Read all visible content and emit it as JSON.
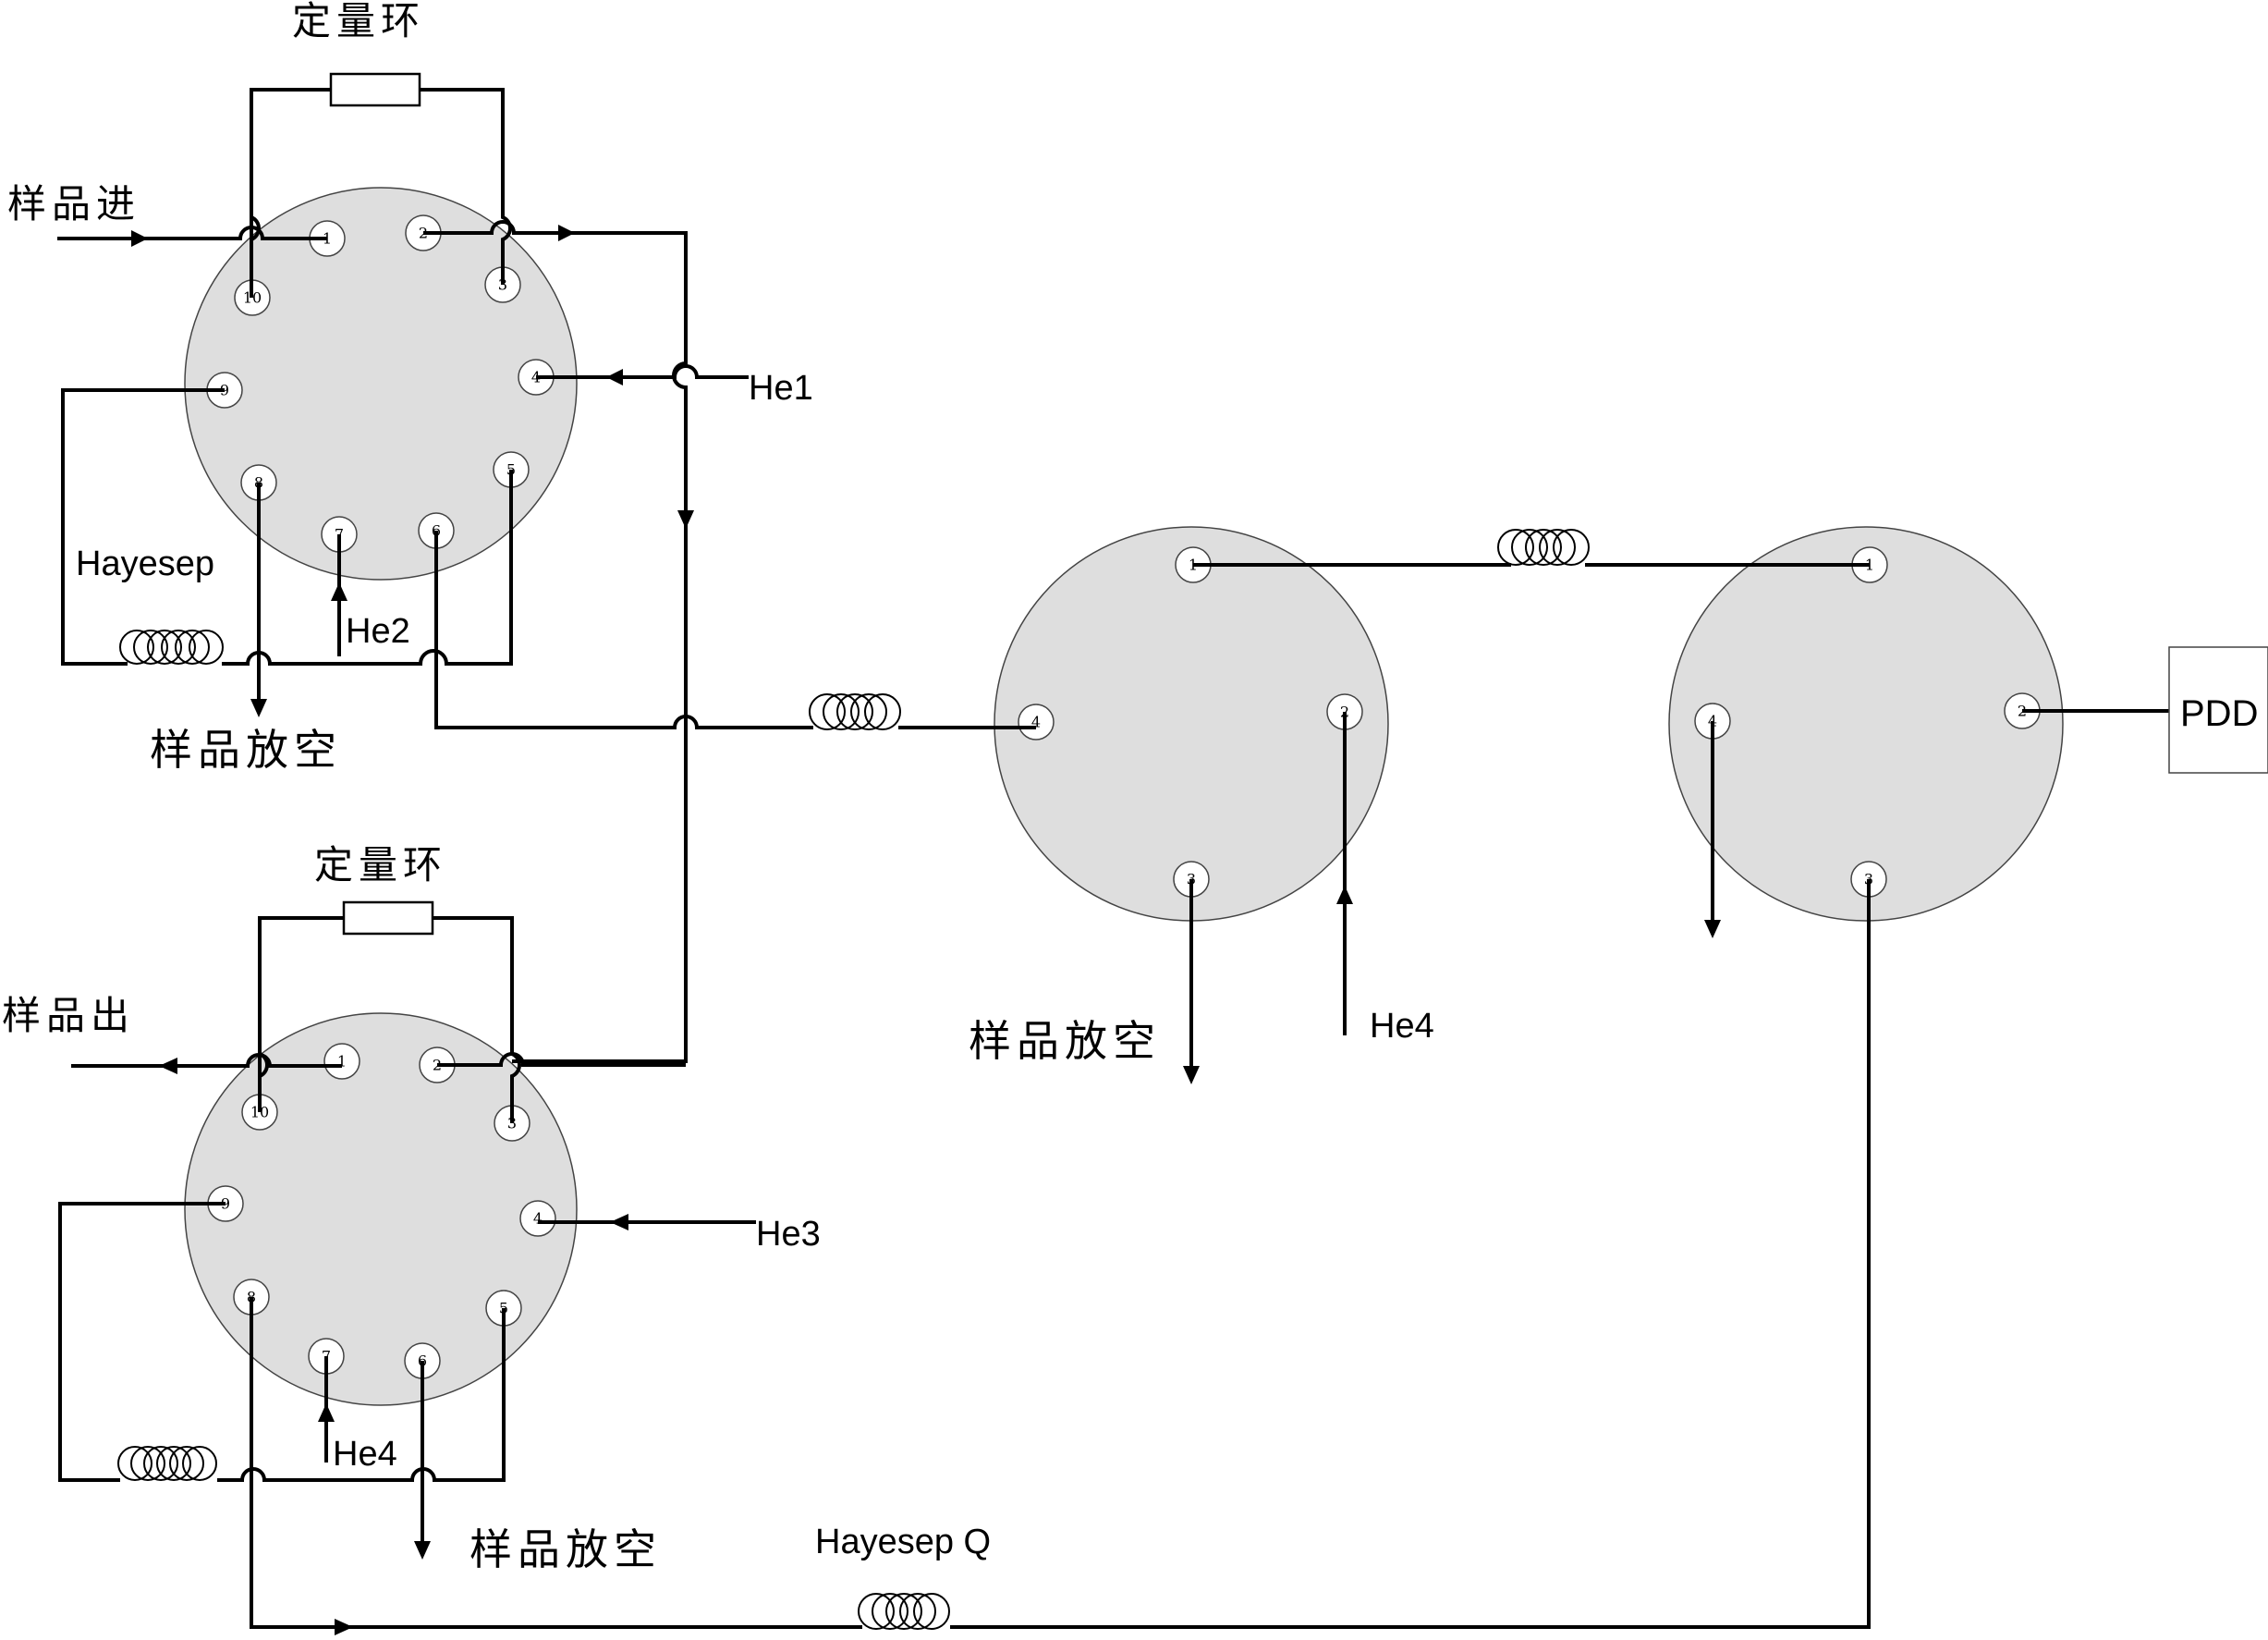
{
  "labels": {
    "loop_top": "定量环",
    "loop_bottom": "定量环",
    "sample_in": "样品进",
    "sample_out": "样品出",
    "vent_top": "样品放空",
    "vent_bottom": "样品放空",
    "vent_mid": "样品放空",
    "he1": "He1",
    "he2": "He2",
    "he3": "He3",
    "he4_mid": "He4",
    "he4_bottom": "He4",
    "hayesep": "Hayesep",
    "hayesep_q": "Hayesep Q",
    "pdd": "PDD"
  },
  "valve_ports": {
    "ten_port": [
      "1",
      "2",
      "3",
      "4",
      "5",
      "6",
      "7",
      "8",
      "9",
      "10"
    ],
    "four_port": [
      "1",
      "2",
      "3",
      "4"
    ]
  },
  "colors": {
    "line": "#000000",
    "valve_fill": "#dedede",
    "background": "#ffffff"
  }
}
